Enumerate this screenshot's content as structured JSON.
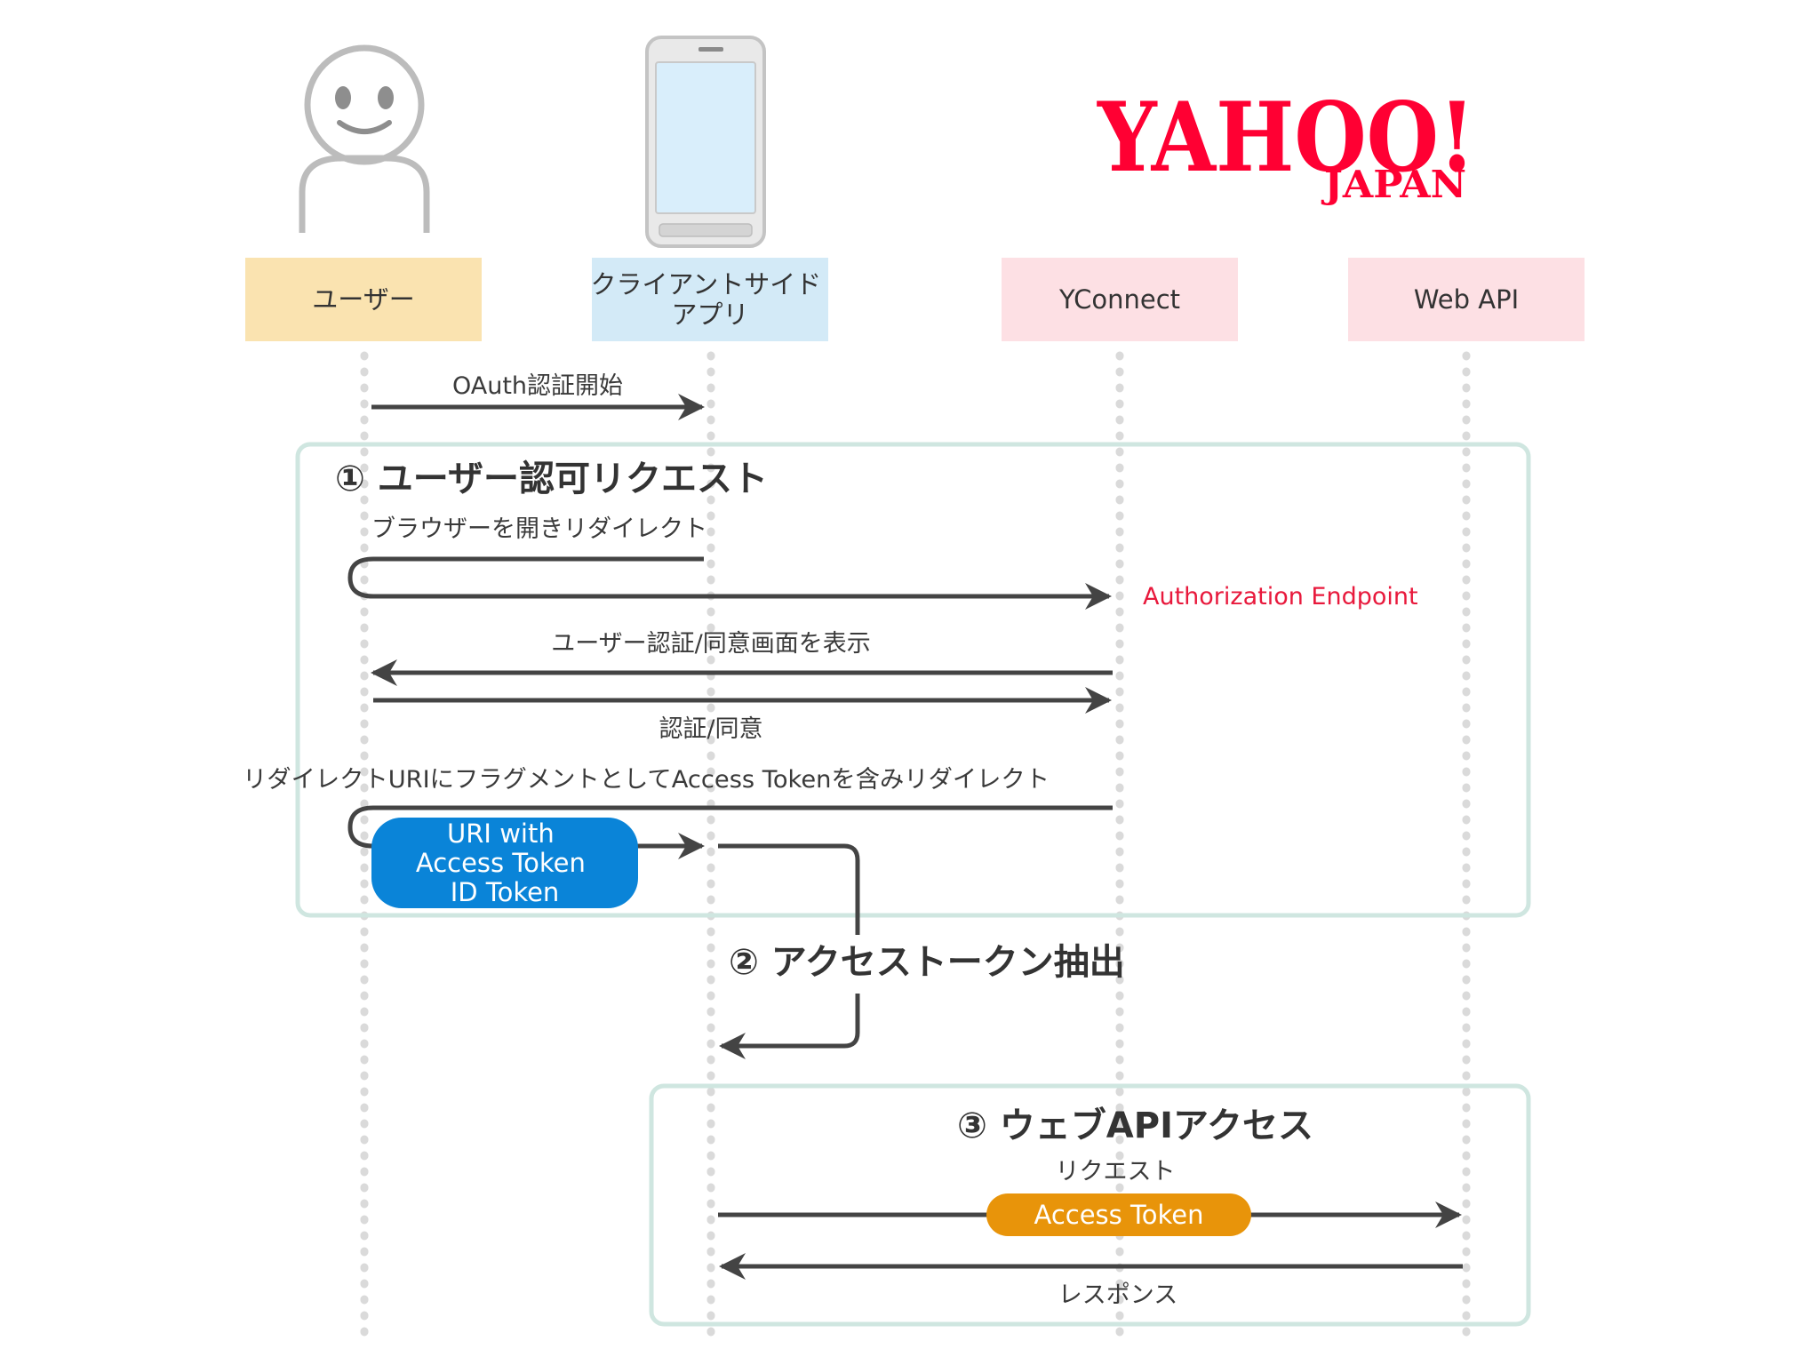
{
  "logo": {
    "main": "YAHOO!",
    "sub": "JAPAN"
  },
  "actors": [
    {
      "id": "user",
      "label_lines": [
        "ユーザー"
      ],
      "fill": "#fae3b0"
    },
    {
      "id": "client",
      "label_lines": [
        "クライアントサイド",
        "アプリ"
      ],
      "fill": "#d3eaf7"
    },
    {
      "id": "yconnect",
      "label_lines": [
        "YConnect"
      ],
      "fill": "#fde0e4"
    },
    {
      "id": "webapi",
      "label_lines": [
        "Web API"
      ],
      "fill": "#fde0e4"
    }
  ],
  "messages": {
    "oauth_start": "OAuth認証開始",
    "browser_redirect": "ブラウザーを開きリダイレクト",
    "auth_endpoint": "Authorization Endpoint",
    "show_consent": "ユーザー認証/同意画面を表示",
    "auth_consent": "認証/同意",
    "fragment_redirect": "リダイレクトURIにフラグメントとしてAccess Tokenを含みリダイレクト",
    "request": "リクエスト",
    "response": "レスポンス"
  },
  "steps": {
    "step1": "① ユーザー認可リクエスト",
    "step2": "② アクセストークン抽出",
    "step3": "③ ウェブAPIアクセス"
  },
  "tokens": {
    "uri_token_lines": [
      "URI with",
      "Access Token",
      "ID Token"
    ],
    "access_token": "Access Token"
  },
  "colors": {
    "arrow": "#444444",
    "lifeline": "#dadada",
    "frame": "#cfe6e0",
    "endpoint_red": "#e8193c",
    "logo_red": "#ff0033",
    "token_blue": "#0a84d8",
    "token_orange": "#e8940a"
  }
}
